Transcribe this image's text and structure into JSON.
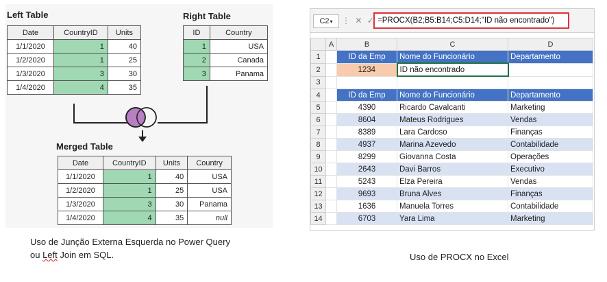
{
  "left_panel": {
    "left_title": "Left Table",
    "right_title": "Right Table",
    "merged_title": "Merged Table",
    "left_table": {
      "headers": [
        "Date",
        "CountryID",
        "Units"
      ],
      "rows": [
        [
          "1/1/2020",
          "1",
          "40"
        ],
        [
          "1/2/2020",
          "1",
          "25"
        ],
        [
          "1/3/2020",
          "3",
          "30"
        ],
        [
          "1/4/2020",
          "4",
          "35"
        ]
      ]
    },
    "right_table": {
      "headers": [
        "ID",
        "Country"
      ],
      "rows": [
        [
          "1",
          "USA"
        ],
        [
          "2",
          "Canada"
        ],
        [
          "3",
          "Panama"
        ]
      ]
    },
    "merged_table": {
      "headers": [
        "Date",
        "CountryID",
        "Units",
        "Country"
      ],
      "rows": [
        [
          "1/1/2020",
          "1",
          "40",
          "USA"
        ],
        [
          "1/2/2020",
          "1",
          "25",
          "USA"
        ],
        [
          "1/3/2020",
          "3",
          "30",
          "Panama"
        ],
        [
          "1/4/2020",
          "4",
          "35",
          "null"
        ]
      ]
    },
    "caption_line1": "Uso de Junção Externa Esquerda no Power Query",
    "caption_line2_pre": "ou ",
    "caption_line2_mid": "Left",
    "caption_line2_post": " Join em SQL."
  },
  "excel": {
    "name_box": "C2",
    "name_box_arrow": "▾",
    "fx_icons": "⋮ ✕ ✓ fx",
    "formula": "=PROCX(B2;B5:B14;C5:D14;\"ID não encontrado\")",
    "columns": [
      "",
      "A",
      "B",
      "C",
      "D"
    ],
    "row_numbers": [
      "1",
      "2",
      "3",
      "4",
      "5",
      "6",
      "7",
      "8",
      "9",
      "10",
      "11",
      "12",
      "13",
      "14"
    ],
    "lookup_header": [
      "ID da Emp",
      "Nome do Funcionário",
      "Departamento"
    ],
    "lookup_row": [
      "1234",
      "ID não encontrado",
      ""
    ],
    "table_header": [
      "ID da Emp",
      "Nome do Funcionário",
      "Departamento"
    ],
    "table_rows": [
      [
        "4390",
        "Ricardo Cavalcanti",
        "Marketing"
      ],
      [
        "8604",
        "Mateus Rodrigues",
        "Vendas"
      ],
      [
        "8389",
        "Lara Cardoso",
        "Finanças"
      ],
      [
        "4937",
        "Marina Azevedo",
        "Contabilidade"
      ],
      [
        "8299",
        "Giovanna Costa",
        "Operações"
      ],
      [
        "2643",
        "Davi Barros",
        "Executivo"
      ],
      [
        "5243",
        "Elza Pereira",
        "Vendas"
      ],
      [
        "9693",
        "Bruna Alves",
        "Finanças"
      ],
      [
        "1636",
        "Manuela Torres",
        "Contabilidade"
      ],
      [
        "6703",
        "Yara Lima",
        "Marketing"
      ]
    ],
    "caption": "Uso de PROCX no Excel"
  },
  "colors": {
    "match_green": "#9fd8b2",
    "venn_purple": "#b77fc4",
    "excel_blue": "#4472c4",
    "stripe": "#d9e2f3",
    "highlight_orange": "#f8cbad",
    "formula_border": "#e0303a"
  }
}
